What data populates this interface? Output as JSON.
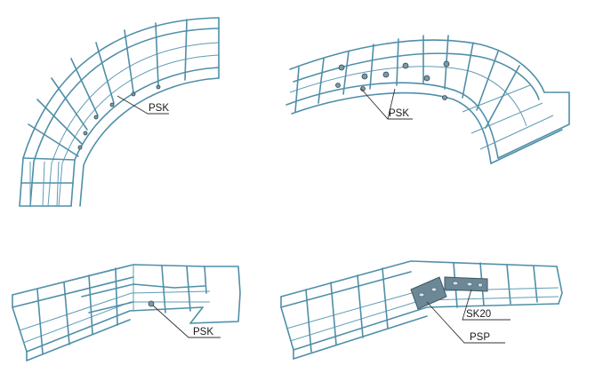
{
  "colors": {
    "wire": "#4f8fa8",
    "plate": "#6c8796",
    "leader": "#333333",
    "background": "#ffffff"
  },
  "panels": {
    "top_left": {
      "callout": "PSK"
    },
    "top_right": {
      "callout": "PSK"
    },
    "bottom_left": {
      "callout": "PSK"
    },
    "bottom_right": {
      "callouts": [
        "SK20",
        "PSP"
      ]
    }
  }
}
